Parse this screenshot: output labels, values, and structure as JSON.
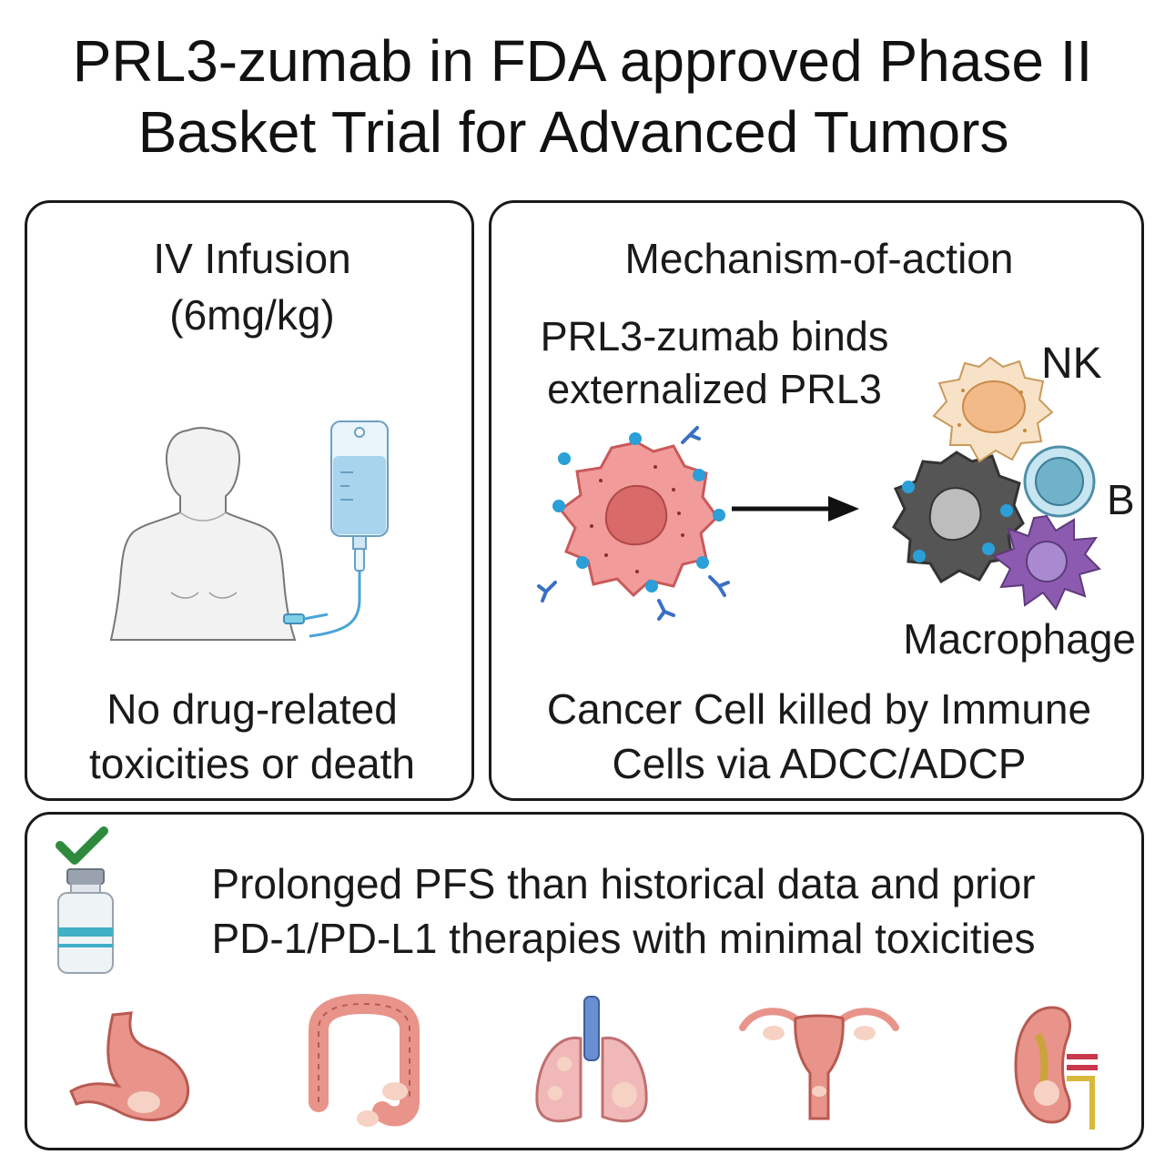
{
  "title": {
    "line1": "PRL3-zumab in FDA approved Phase II",
    "line2": "Basket Trial for Advanced Tumors"
  },
  "left_panel": {
    "heading_line1": "IV Infusion",
    "heading_line2": "(6mg/kg)",
    "footer_line1": "No drug-related",
    "footer_line2": "toxicities or death"
  },
  "right_panel": {
    "heading": "Mechanism-of-action",
    "binding_line1": "PRL3-zumab binds",
    "binding_line2": "externalized PRL3",
    "label_nk": "NK",
    "label_b": "B",
    "label_macrophage": "Macrophage",
    "footer_line1": "Cancer Cell killed by Immune",
    "footer_line2": "Cells via ADCC/ADCP"
  },
  "bottom_panel": {
    "text_line1": "Prolonged PFS than historical data and prior",
    "text_line2": "PD-1/PD-L1 therapies with minimal toxicities"
  },
  "colors": {
    "outline": "#1a1a1a",
    "cancer_cell": "#f29b9b",
    "killed_cell": "#555555",
    "check": "#2e8b3e",
    "antibody": "#3a6fc4",
    "prl3": "#2a9fd8",
    "nk_cell": "#f7e2c8",
    "b_cell": "#9ccfe0",
    "macrophage": "#8c5bb0",
    "organ": "#e8948a"
  },
  "icons": [
    "patient-silhouette-icon",
    "iv-bag-icon",
    "cancer-cell-icon",
    "arrow-right-icon",
    "killed-cancer-cell-icon",
    "nk-cell-icon",
    "b-cell-icon",
    "macrophage-icon",
    "drug-vial-icon",
    "checkmark-icon",
    "stomach-icon",
    "colon-icon",
    "lung-icon",
    "uterus-icon",
    "kidney-icon"
  ]
}
